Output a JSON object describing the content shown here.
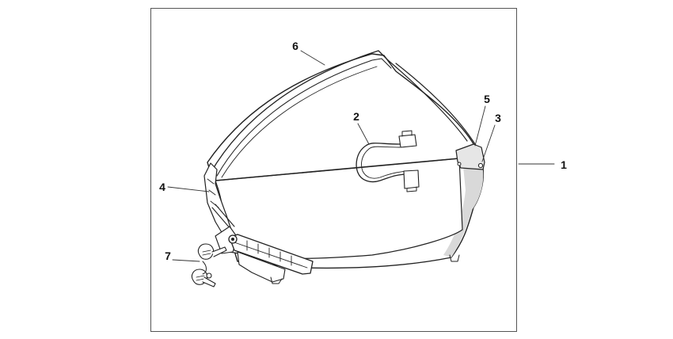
{
  "callouts": [
    {
      "id": "p1",
      "label": "1"
    },
    {
      "id": "p2",
      "label": "2"
    },
    {
      "id": "p3",
      "label": "3"
    },
    {
      "id": "p4",
      "label": "4"
    },
    {
      "id": "p5",
      "label": "5"
    },
    {
      "id": "p6",
      "label": "6"
    },
    {
      "id": "p7",
      "label": "7"
    }
  ],
  "colors": {
    "line": "#222222",
    "fill": "#ffffff",
    "shade": "#d9d9d9"
  }
}
